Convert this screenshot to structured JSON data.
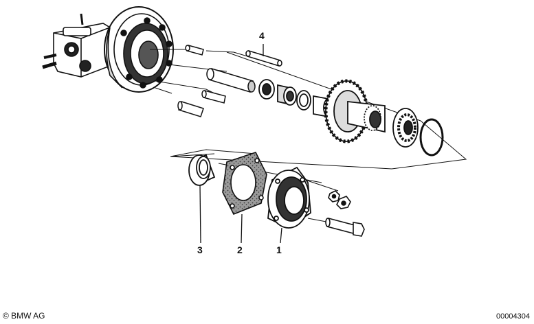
{
  "callouts": {
    "part_4": "4",
    "part_3": "3",
    "part_2": "2",
    "part_1": "1"
  },
  "footer": {
    "copyright": "© BMW AG",
    "diagram_code": "00004304"
  },
  "colors": {
    "ink": "#111111",
    "paper": "#ffffff",
    "gasket_fill": "#8a8a8a"
  }
}
